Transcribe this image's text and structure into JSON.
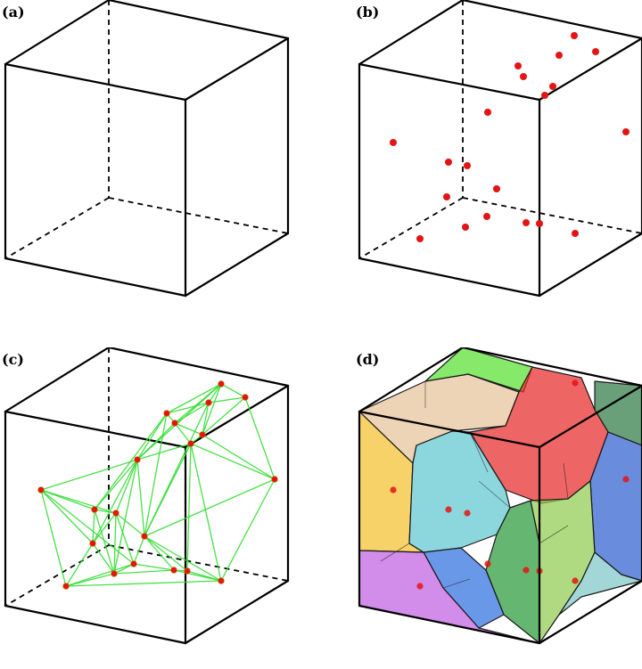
{
  "figure": {
    "panels": [
      {
        "id": "a",
        "label": "(a)",
        "content": "empty-cube"
      },
      {
        "id": "b",
        "label": "(b)",
        "content": "seed-points"
      },
      {
        "id": "c",
        "label": "(c)",
        "content": "delaunay-triangulation"
      },
      {
        "id": "d",
        "label": "(d)",
        "content": "voronoi-tessellation"
      }
    ],
    "colors": {
      "edge": "#000000",
      "seed_point": "#e41414",
      "delaunay_edge": "#33dd33",
      "voronoi_cells": [
        "#f2c12e",
        "#58e030",
        "#e82a2a",
        "#2f7a45",
        "#3060d0",
        "#60c8d0",
        "#2a9a3a",
        "#90cc50",
        "#c060e0",
        "#3070e0",
        "#7fc7c7",
        "#e8c39a"
      ]
    }
  }
}
